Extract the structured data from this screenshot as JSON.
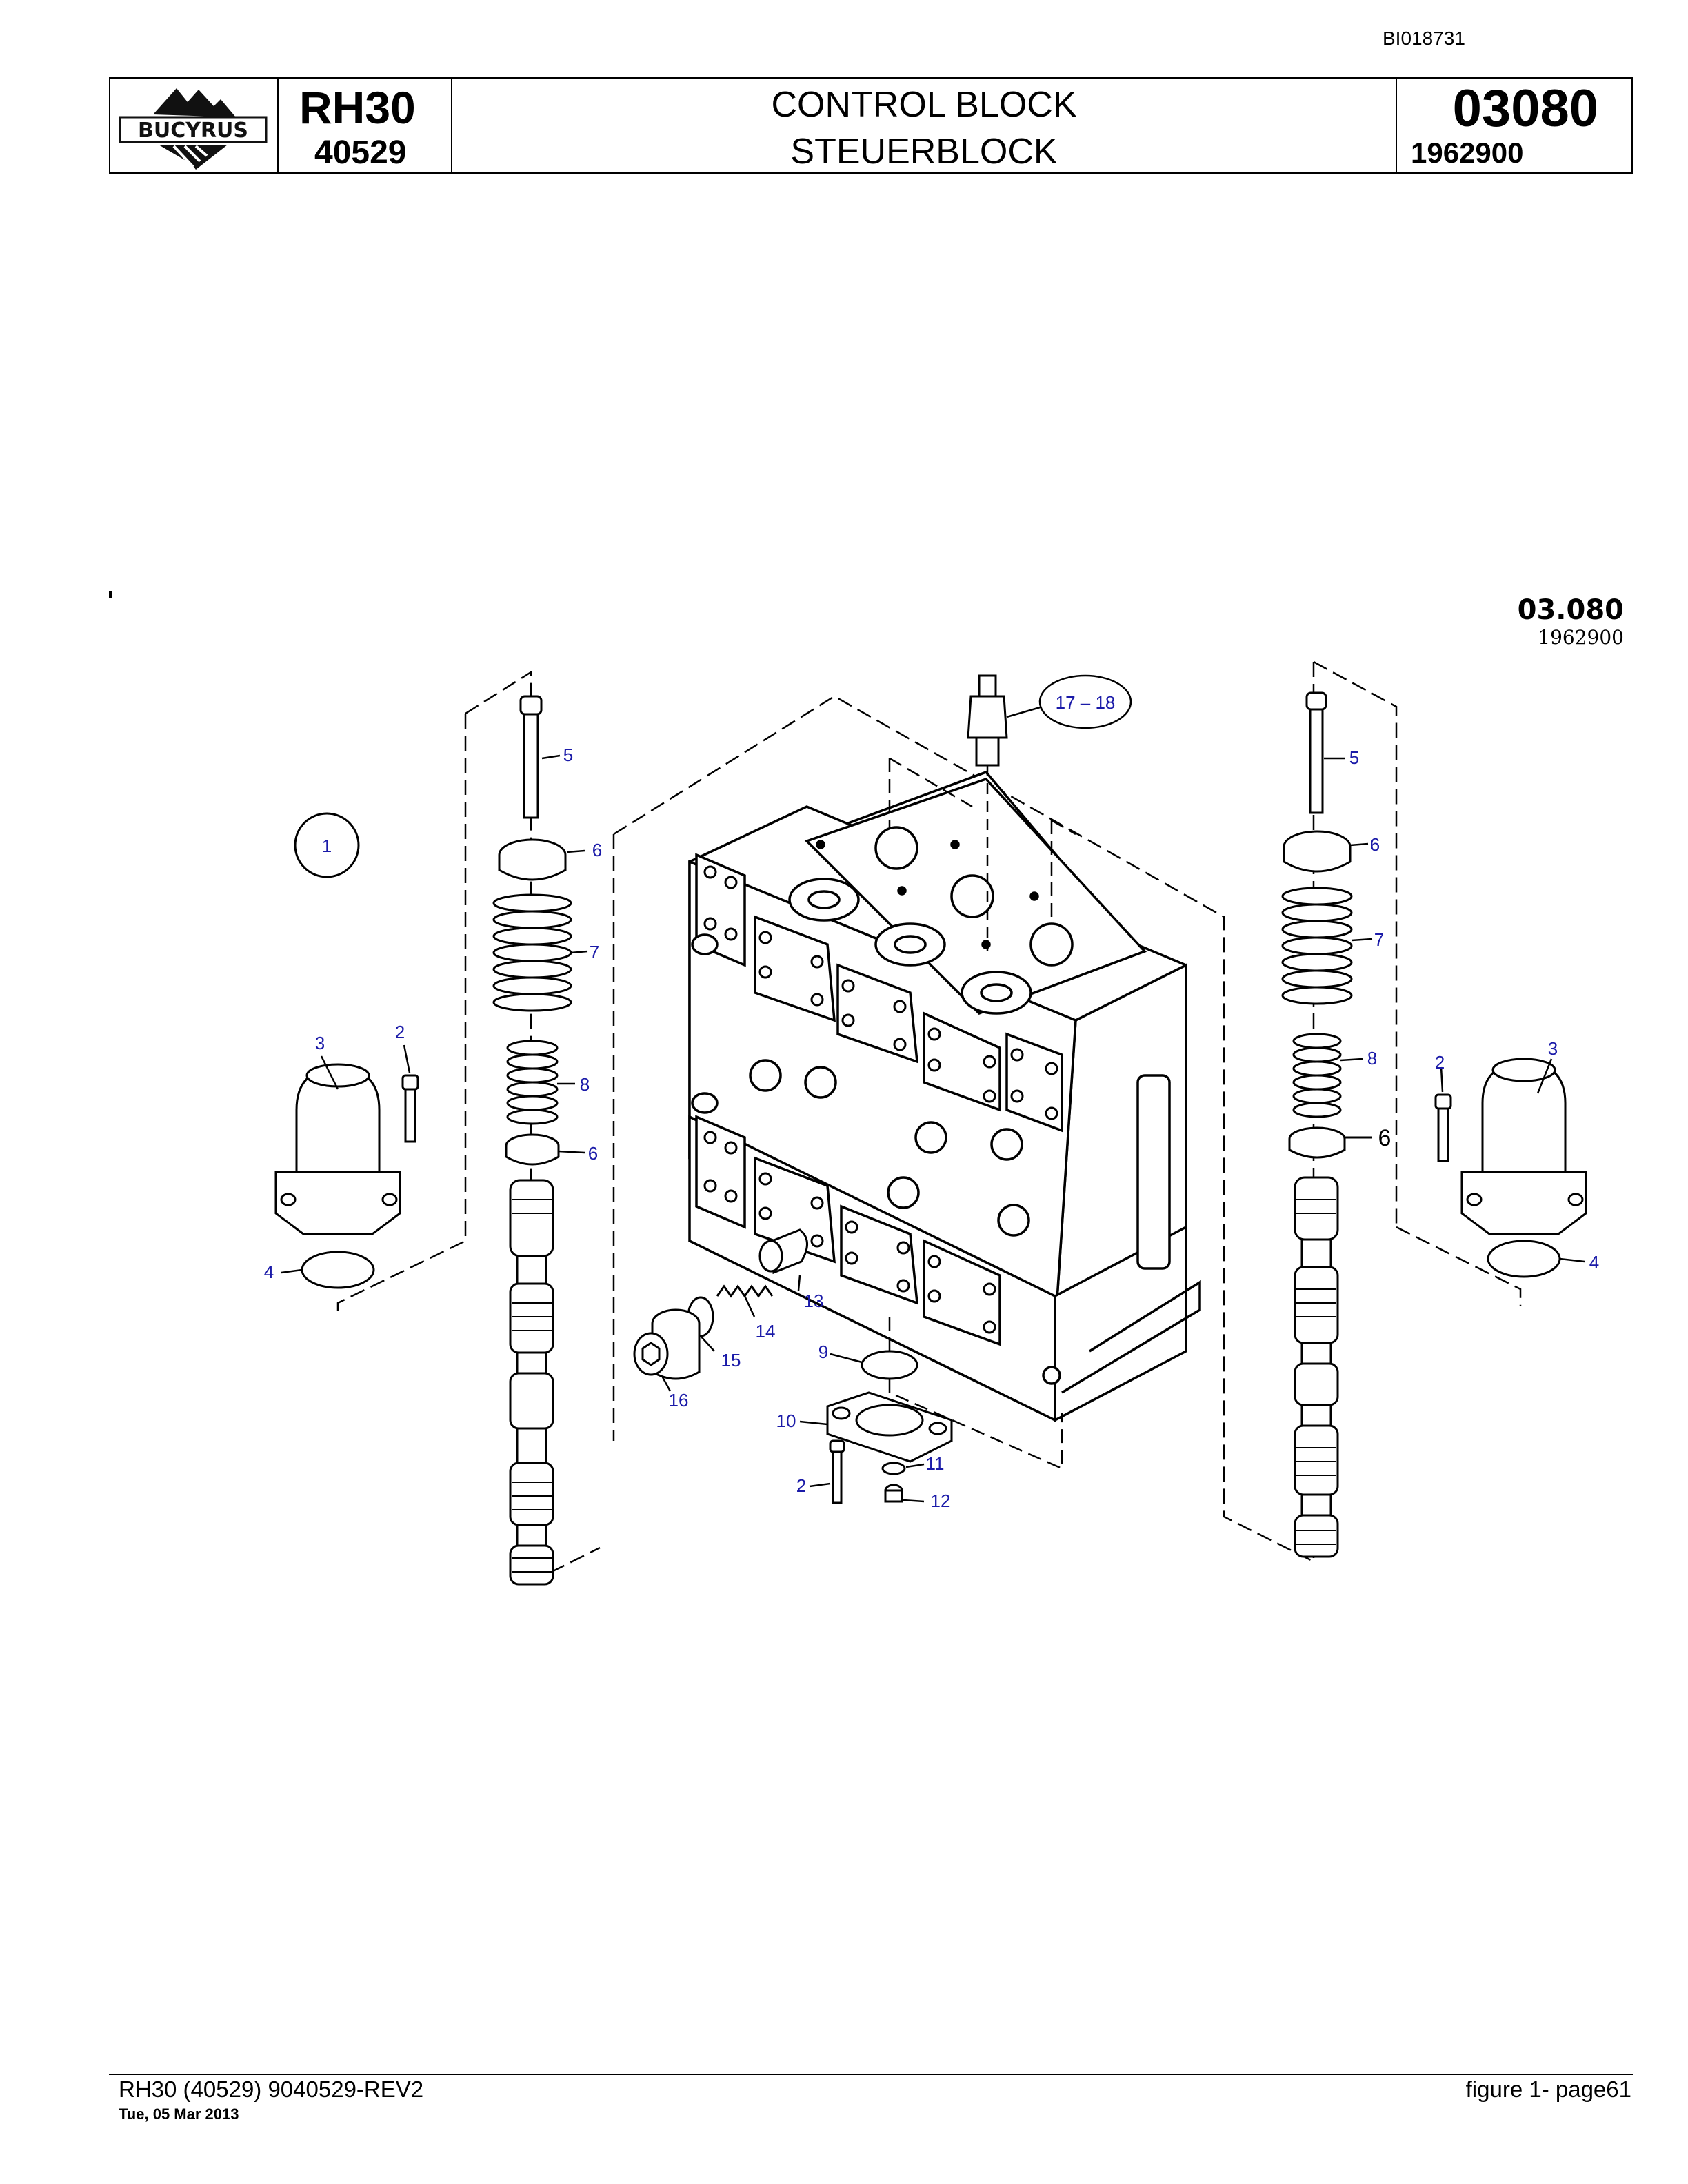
{
  "header": {
    "doc_id": "BI018731",
    "logo_text": "BUCYRUS",
    "model": "RH30",
    "serial": "40529",
    "title_en": "CONTROL BLOCK",
    "title_de": "STEUERBLOCK",
    "group_number": "03080",
    "part_number": "1962900"
  },
  "diagram": {
    "stamp_group": "03.080",
    "stamp_part": "1962900",
    "callouts": {
      "assembly": "1",
      "c2_left": "2",
      "c3_left": "3",
      "c4_left": "4",
      "c5_left": "5",
      "c6_left_top": "6",
      "c7_left": "7",
      "c8_left": "8",
      "c6_left_bottom": "6",
      "c17_18": "17 – 18",
      "c5_right": "5",
      "c6_right_top": "6",
      "c7_right": "7",
      "c8_right": "8",
      "c6_right_bottom": "6",
      "c2_right": "2",
      "c3_right": "3",
      "c4_right": "4",
      "c9": "9",
      "c10": "10",
      "c11": "11",
      "c12": "12",
      "c2_bottom": "2",
      "c13": "13",
      "c14": "14",
      "c15": "15",
      "c16": "16"
    }
  },
  "footer": {
    "left": "RH30 (40529) 9040529-REV2",
    "date": "Tue, 05 Mar 2013",
    "right": "figure  1- page61"
  }
}
